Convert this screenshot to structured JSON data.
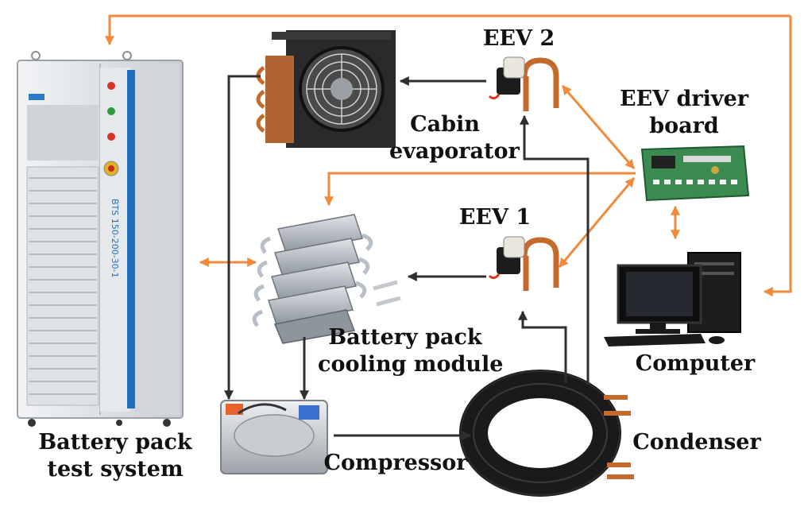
{
  "labels": {
    "battery_test_system": [
      "Battery pack",
      "test system"
    ],
    "cabin_evaporator": [
      "Cabin",
      "evaporator"
    ],
    "eev2": "EEV 2",
    "eev_driver_board": [
      "EEV driver",
      "board"
    ],
    "eev1": "EEV 1",
    "battery_cooling_module": [
      "Battery pack",
      "cooling module"
    ],
    "computer": "Computer",
    "condenser": "Condenser",
    "compressor": "Compressor"
  },
  "cabinet_text": "BTS 150-200-30-1",
  "colors": {
    "control_signal": "#f08a3c",
    "refrigerant_flow": "#2f2f2f",
    "cabinet_stripe": "#1e6fc4",
    "condenser_coil": "#1a1a1a",
    "copper_pipe": "#c46a2c"
  }
}
